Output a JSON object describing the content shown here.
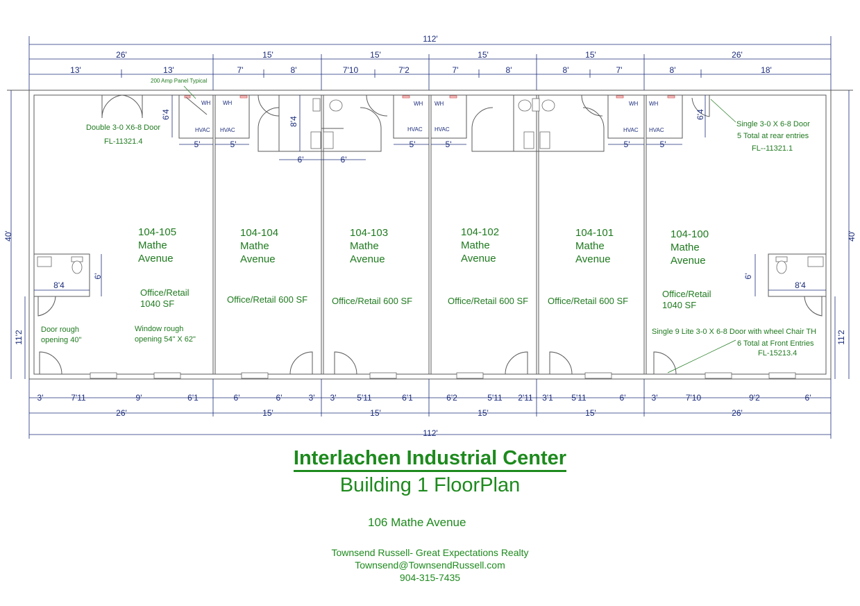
{
  "title": "Interlachen Industrial Center",
  "subtitle": "Building 1 FloorPlan",
  "address": "106 Mathe Avenue",
  "contact": {
    "company": "Townsend Russell- Great Expectations Realty",
    "email": "Townsend@TownsendRussell.com",
    "phone": "904-315-7435"
  },
  "dims": {
    "overall_top": "112'",
    "overall_bottom": "112'",
    "height_left": "40'",
    "height_right": "40'",
    "top_units": [
      "26'",
      "15'",
      "15'",
      "15'",
      "15'",
      "26'"
    ],
    "top_sub": [
      "13'",
      "13'",
      "7'",
      "8'",
      "7'10",
      "7'2",
      "7'",
      "8'",
      "8'",
      "7'",
      "8'",
      "18'"
    ],
    "bottom_units": [
      "26'",
      "15'",
      "15'",
      "15'",
      "15'",
      "26'"
    ],
    "bottom_sub": [
      "3'",
      "7'11",
      "9'",
      "6'1",
      "6'",
      "6'",
      "3'",
      "3'",
      "5'11",
      "6'1",
      "6'2",
      "5'11",
      "2'11",
      "3'1",
      "5'11",
      "6'",
      "3'",
      "7'10",
      "9'2",
      "6'"
    ],
    "hvac_widths": [
      "5'",
      "5'",
      "5'",
      "5'",
      "5'",
      "5'"
    ],
    "restroom_widths": [
      "6'",
      "6'"
    ],
    "restroom_depth": "8'4",
    "door_alcove": "6'4",
    "corner_width": "8'4",
    "corner_depth": "6'",
    "front_side": "11'2"
  },
  "units": [
    {
      "number": "104-105",
      "street": "Mathe",
      "suffix": "Avenue",
      "type": "Office/Retail",
      "area": "1040 SF"
    },
    {
      "number": "104-104",
      "street": "Mathe",
      "suffix": "Avenue",
      "area_label": "Office/Retail 600 SF"
    },
    {
      "number": "104-103",
      "street": "Mathe",
      "suffix": "Avenue",
      "area_label": "Office/Retail 600 SF"
    },
    {
      "number": "104-102",
      "street": "Mathe",
      "suffix": "Avenue",
      "area_label": "Office/Retail 600 SF"
    },
    {
      "number": "104-101",
      "street": "Mathe",
      "suffix": "Avenue",
      "area_label": "Office/Retail 600 SF"
    },
    {
      "number": "104-100",
      "street": "Mathe",
      "suffix": "Avenue",
      "type": "Office/Retail",
      "area": "1040 SF"
    }
  ],
  "notes": {
    "panel": "200 Amp Panel Typical",
    "double_door": [
      "Double 3-0 X6-8 Door",
      "FL-11321.4"
    ],
    "single_door": [
      "Single 3-0 X 6-8 Door",
      "5 Total at rear entries",
      "FL--11321.1"
    ],
    "door_rough": [
      "Door rough",
      "opening 40\""
    ],
    "window_rough": [
      "Window rough",
      "opening 54\" X 62\""
    ],
    "front_door": [
      "Single 9 Lite 3-0 X 6-8 Door with wheel Chair TH",
      "6 Total at Front Entries",
      "FL-15213.4"
    ]
  },
  "labels": {
    "wh": "WH",
    "hvac": "HVAC"
  }
}
